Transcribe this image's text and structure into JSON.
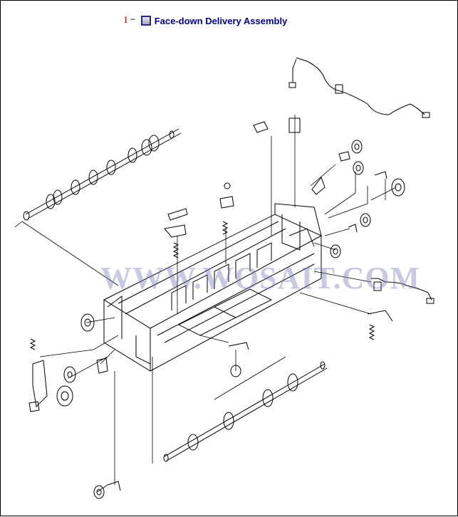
{
  "header": {
    "callout": "1",
    "dash": "–",
    "title": "Face-down Delivery Assembly"
  },
  "watermark": {
    "text": "WWW.WOSAIT.COM"
  },
  "colors": {
    "callout": "#cc0000",
    "title": "#00008b",
    "watermark": "#6f74b8",
    "line": "#000000"
  },
  "icons": {
    "header_box": "checkbox-icon"
  }
}
